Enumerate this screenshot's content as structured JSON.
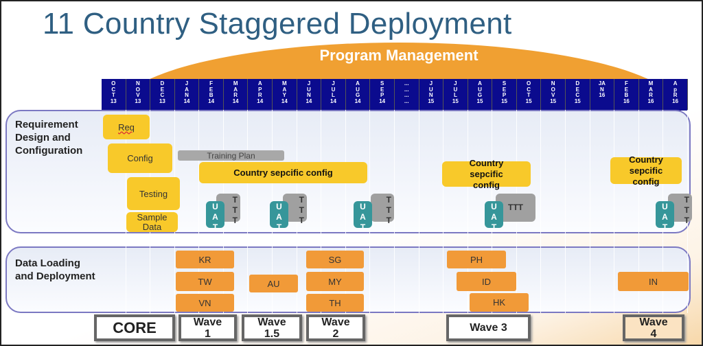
{
  "title": "11 Country Staggered Deployment",
  "program_management": "Program Management",
  "months": [
    "O\nC\nT\n13",
    "N\nO\nV\n13",
    "D\nE\nC\n13",
    "J\nA\nN\n14",
    "F\nE\nB\n14",
    "M\nA\nR\n14",
    "A\nP\nR\n14",
    "M\nA\nY\n14",
    "J\nU\nN\n14",
    "J\nU\nL\n14",
    "A\nU\nG\n14",
    "S\nE\nP\n14",
    "...\n...\n...\n...",
    "J\nU\nN\n15",
    "J\nU\nL\n15",
    "A\nU\nG\n15",
    "S\nE\nP\n15",
    "O\nC\nT\n15",
    "N\nO\nV\n15",
    "D\nE\nC\n15",
    "JA\nN\n16",
    "F\nE\nB\n16",
    "M\nA\nR\n16",
    "A\np\nR\n16"
  ],
  "rows": {
    "requirement": "Requirement Design and Configuration",
    "data": "Data Loading and Deployment"
  },
  "req": {
    "req": "Req",
    "config": "Config",
    "testing": "Testing",
    "sample_data": "Sample Data",
    "training_plan": "Training Plan",
    "country_config_1": "Country sepcific config",
    "country_config_2": "Country sepcific config",
    "country_config_3": "Country sepcific config",
    "uat": "U\nA\nT",
    "ttt_vertical": "T\nT\nT",
    "ttt_horizontal": "TTT"
  },
  "countries": {
    "kr": "KR",
    "tw": "TW",
    "vn": "VN",
    "au": "AU",
    "sg": "SG",
    "my": "MY",
    "th": "TH",
    "ph": "PH",
    "id": "ID",
    "hk": "HK",
    "in": "IN"
  },
  "waves": {
    "core": "CORE",
    "w1": "Wave 1",
    "w15": "Wave 1.5",
    "w2": "Wave 2",
    "w3": "Wave 3",
    "w4": "Wave 4"
  },
  "colors": {
    "header": "#0b0b8e",
    "arc": "#f0a032",
    "task": "#f8c92a",
    "uat": "#36969a",
    "deploy": "#f19a38",
    "title": "#2f5f82"
  }
}
